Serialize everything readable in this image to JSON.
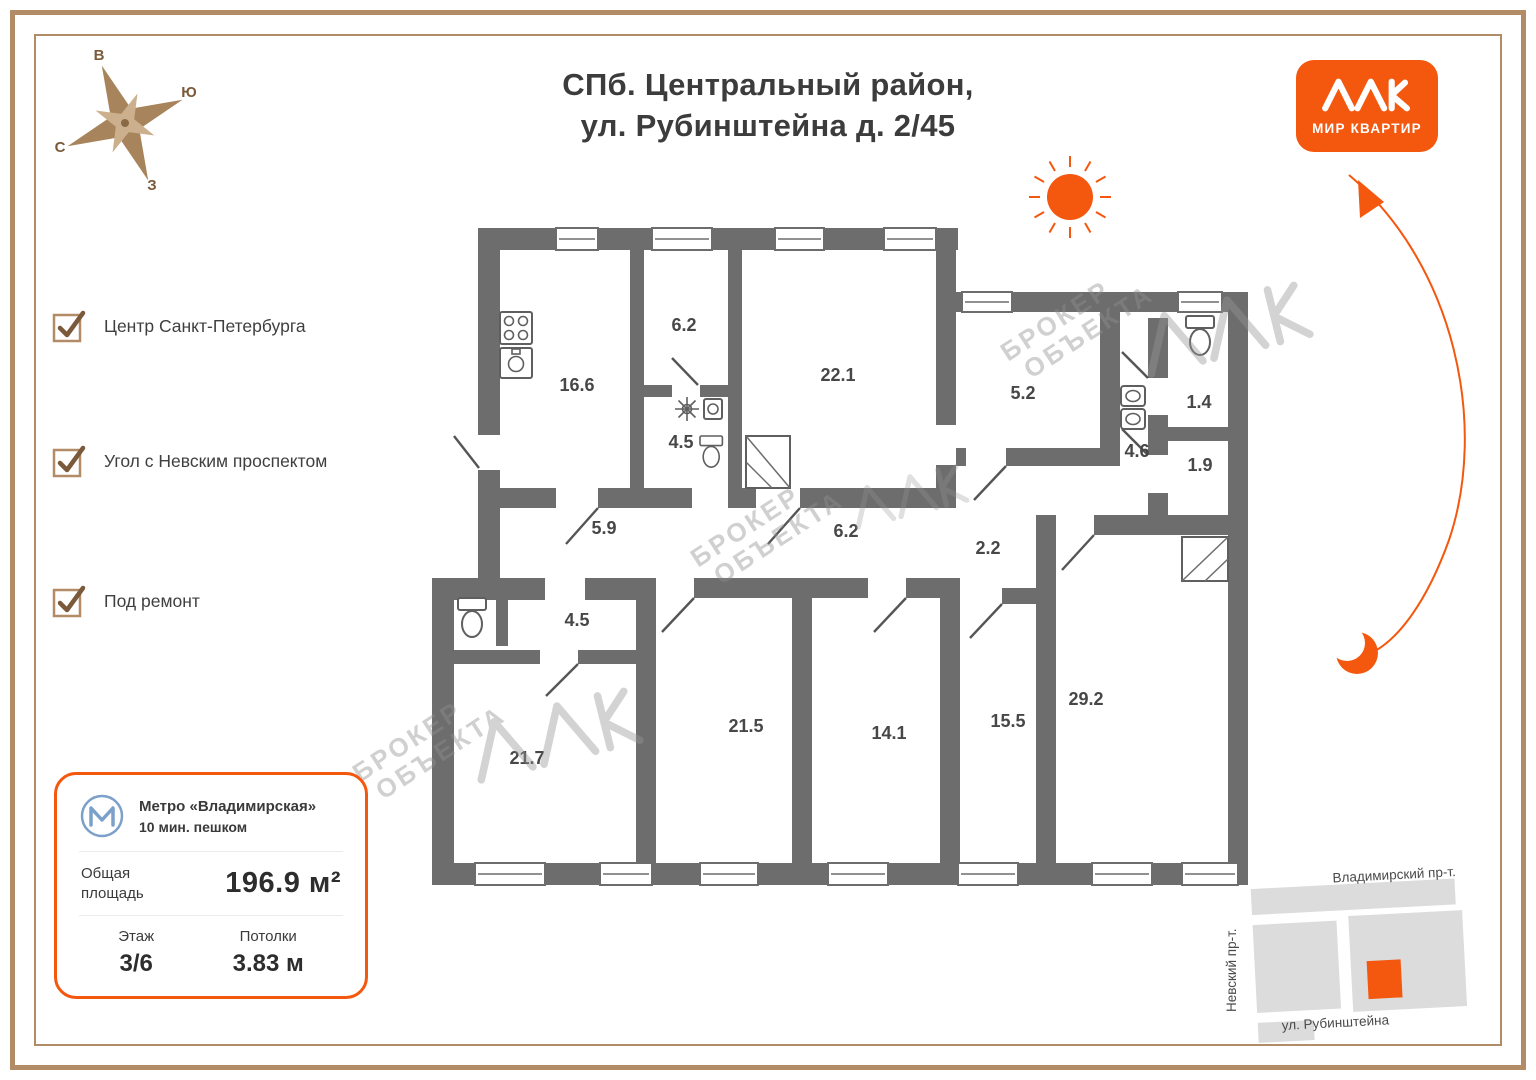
{
  "title": {
    "line1": "СПб. Центральный район,",
    "line2": "ул. Рубинштейна д. 2/45"
  },
  "brand": {
    "name": "МИР КВАРТИР"
  },
  "compass": {
    "top": "В",
    "right": "Ю",
    "left": "С",
    "bottom": "З"
  },
  "features": [
    {
      "label": "Центр Санкт-Петербурга"
    },
    {
      "label": "Угол с Невским проспектом"
    },
    {
      "label": "Под ремонт"
    }
  ],
  "info_card": {
    "metro_name": "Метро «Владимирская»",
    "metro_walk": "10 мин. пешком",
    "area_label": "Общая площадь",
    "area_value": "196.9 м²",
    "floor_label": "Этаж",
    "floor_value": "3/6",
    "ceiling_label": "Потолки",
    "ceiling_value": "3.83 м"
  },
  "floor_plan": {
    "rooms": [
      {
        "name": "kitchen",
        "area": "16.6"
      },
      {
        "name": "room-top-small",
        "area": "6.2"
      },
      {
        "name": "room-top-large",
        "area": "22.1"
      },
      {
        "name": "room-top-right",
        "area": "5.2"
      },
      {
        "name": "bath-top",
        "area": "4.5"
      },
      {
        "name": "bath-right",
        "area": "4.6"
      },
      {
        "name": "wc-right-upper",
        "area": "1.4"
      },
      {
        "name": "wc-right-lower",
        "area": "1.9"
      },
      {
        "name": "hall-left",
        "area": "5.9"
      },
      {
        "name": "hall-center",
        "area": "6.2"
      },
      {
        "name": "hall-right",
        "area": "2.2"
      },
      {
        "name": "hall-lower",
        "area": "4.5"
      },
      {
        "name": "room-bottom-1",
        "area": "21.7"
      },
      {
        "name": "room-bottom-2",
        "area": "21.5"
      },
      {
        "name": "room-bottom-3",
        "area": "14.1"
      },
      {
        "name": "room-bottom-4",
        "area": "15.5"
      },
      {
        "name": "room-bottom-5",
        "area": "29.2"
      }
    ]
  },
  "minimap": {
    "street_top": "Владимирский пр-т.",
    "street_left": "Невский пр-т.",
    "street_bottom": "ул. Рубинштейна"
  },
  "watermark": {
    "line1": "БРОКЕР",
    "line2": "ОБЪЕКТА"
  },
  "colors": {
    "accent": "#f4570e",
    "frame": "#b28c66",
    "wall": "#6d6d6d"
  }
}
